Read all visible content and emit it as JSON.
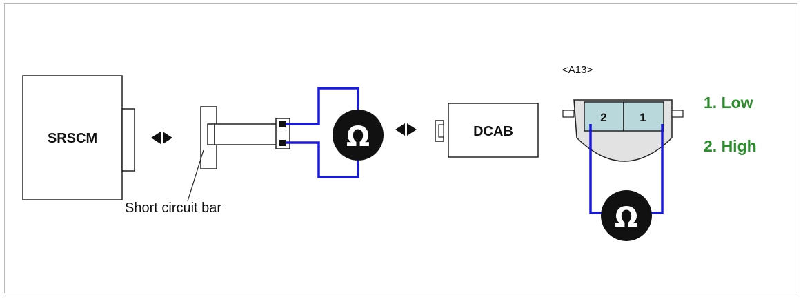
{
  "diagram": {
    "srscm_label": "SRSCM",
    "dcab_label": "DCAB",
    "short_bar_label": "Short circuit bar",
    "connector_label": "<A13>",
    "pin_left": "2",
    "pin_right": "1",
    "ohm_symbol": "Ω",
    "legend": {
      "items": [
        "1. Low",
        "2. High"
      ],
      "color": "#2a8f2a"
    },
    "wire_color": "#1a1adb",
    "connector_fill": "#b8d8dc",
    "connector_body_fill": "#e2e2e2",
    "icons": [
      "double-arrow-icon",
      "ohmmeter-icon"
    ]
  }
}
